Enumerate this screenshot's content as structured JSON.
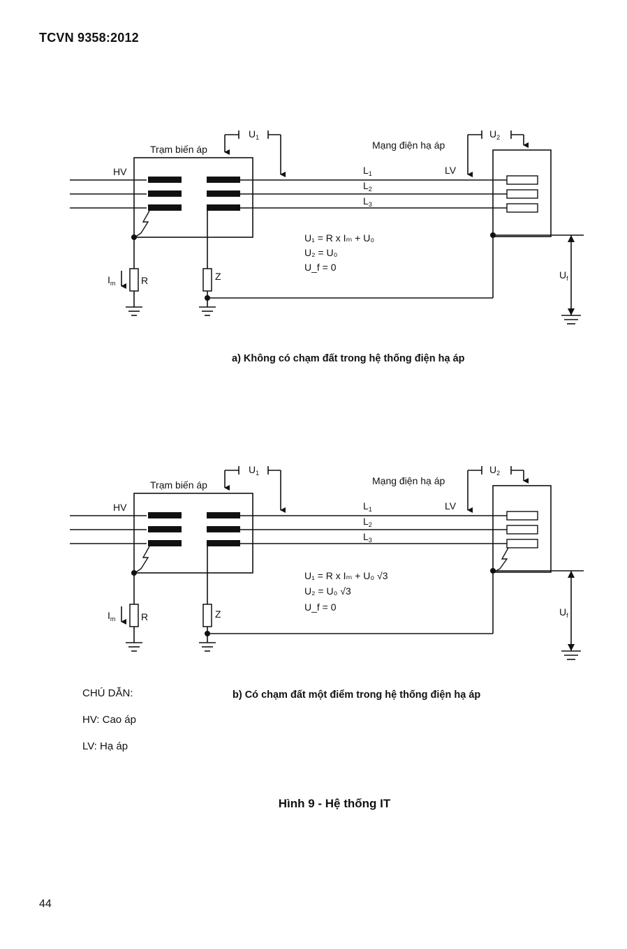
{
  "header": {
    "standard_id": "TCVN 9358:2012"
  },
  "page_number": "44",
  "figure_title": "Hình 9 - Hệ thống IT",
  "legend": {
    "heading": "CHÚ DẪN:",
    "items": [
      "HV: Cao áp",
      "LV: Hạ áp"
    ]
  },
  "labels": {
    "substation": "Trạm biến áp",
    "lv_network": "Mạng điện hạ áp",
    "hv": "HV",
    "lv": "LV",
    "u1": "U",
    "u1_sub": "1",
    "u2": "U",
    "u2_sub": "2",
    "l1": "L",
    "l1_sub": "1",
    "l2": "L",
    "l2_sub": "2",
    "l3": "L",
    "l3_sub": "3",
    "im": "I",
    "im_sub": "m",
    "r": "R",
    "z": "Z",
    "uf": "U",
    "uf_sub": "f"
  },
  "diagram_a": {
    "caption": "a) Không có chạm đất trong hệ thống điện hạ áp",
    "eq1": "U₁ = R x Iₘ + U₀",
    "eq2": "U₂ = U₀",
    "eq3": "U_f = 0"
  },
  "diagram_b": {
    "caption": "b) Có chạm đất một điểm trong hệ thống điện hạ áp",
    "eq1": "U₁ = R x Iₘ + U₀ √3",
    "eq2": "U₂ = U₀ √3",
    "eq3": "U_f = 0"
  }
}
